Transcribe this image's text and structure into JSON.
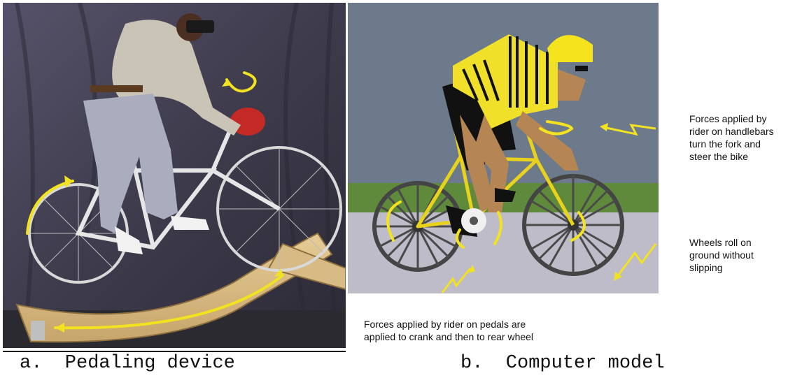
{
  "figure": {
    "panel_a": {
      "caption": "a.  Pedaling device"
    },
    "panel_b": {
      "caption": "b.  Computer model",
      "annotations": {
        "handlebars": "Forces applied by\nrider on handlebars\nturn the fork and\nsteer the bike",
        "wheels": "Wheels roll on\nground without\nslipping",
        "pedals": "Forces applied by rider on pedals are\napplied to crank and then to rear wheel"
      }
    }
  },
  "colors": {
    "arrow": "#f3e21f",
    "sky": "#6c7a8b",
    "grass": "#5f8a3b",
    "ground": "#bdbcc8",
    "photo_backdrop": "#4a4858",
    "wood": "#d9b983"
  }
}
